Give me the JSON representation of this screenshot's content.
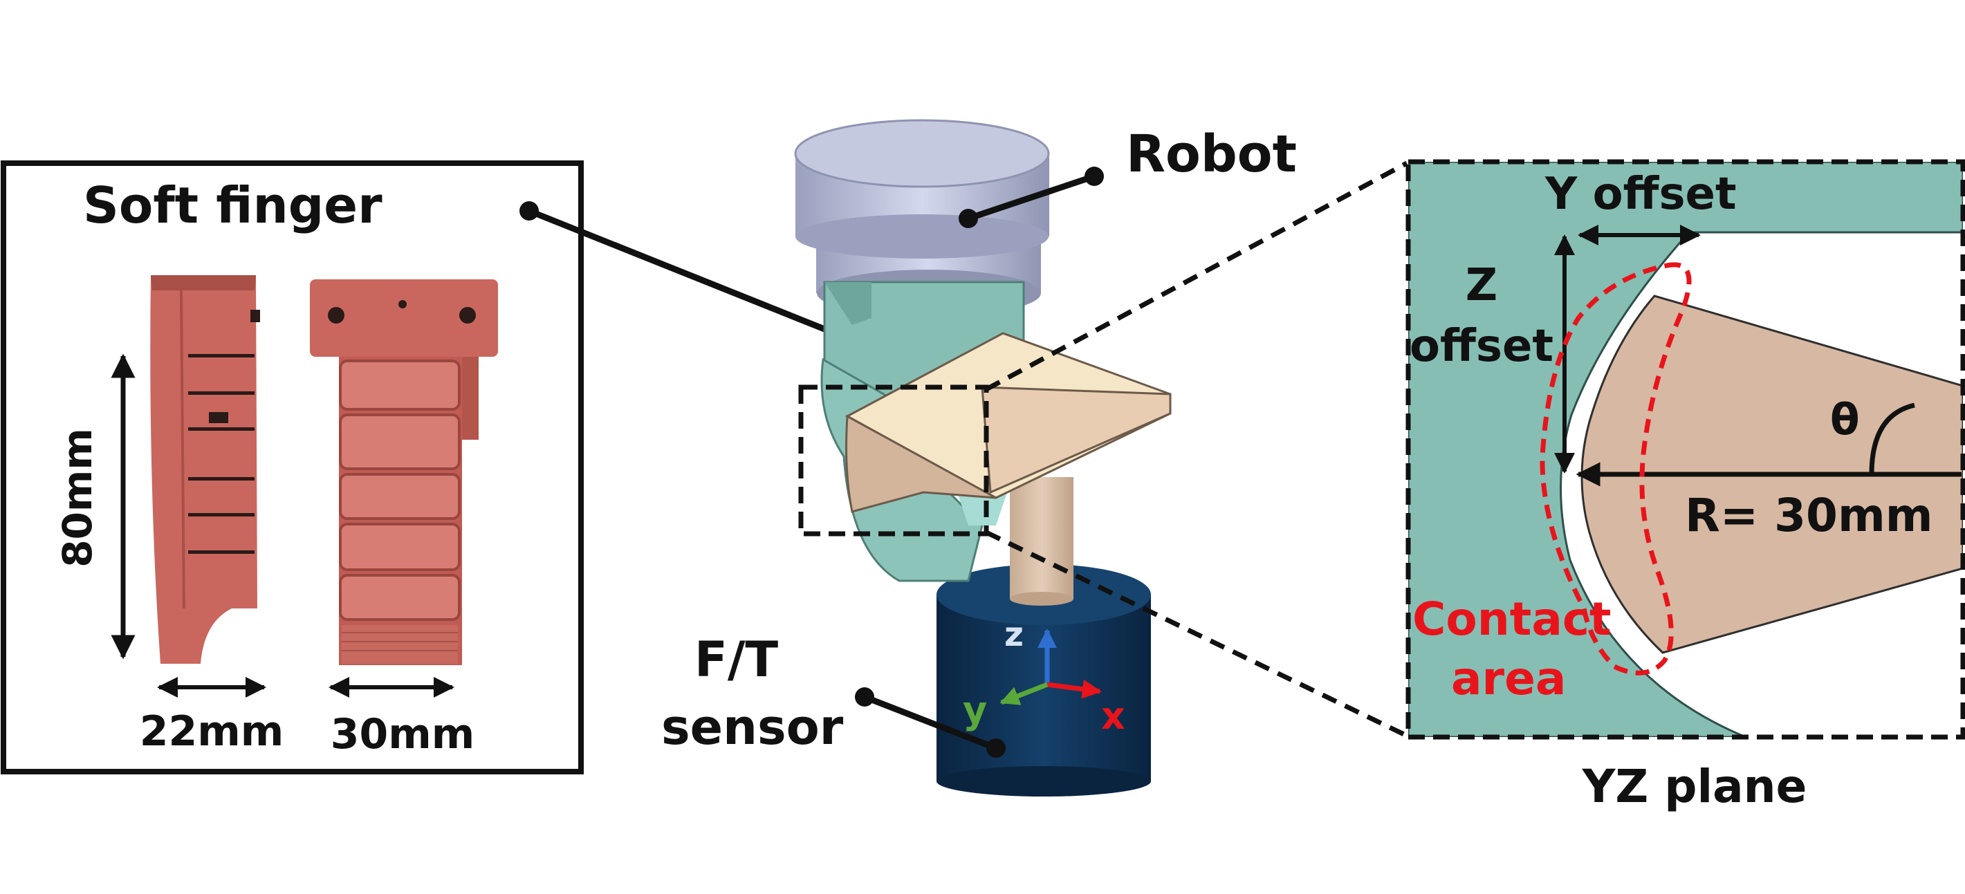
{
  "soft_finger_panel": {
    "title": "Soft finger",
    "height_dim": "80mm",
    "side_width_dim": "22mm",
    "front_width_dim": "30mm"
  },
  "robot_label": "Robot",
  "sensor_label": {
    "line1": "F/T",
    "line2": "sensor"
  },
  "axes": {
    "z": "z",
    "y": "y",
    "x": "x"
  },
  "yz_panel": {
    "y_offset": "Y offset",
    "z_offset_line1": "Z",
    "z_offset_line2": "offset",
    "theta": "θ",
    "radius": "R= 30mm",
    "contact_line1": "Contact",
    "contact_line2": "area",
    "caption": "YZ plane"
  },
  "colors": {
    "finger_red": "#c9675e",
    "teal": "#86beb4",
    "tan": "#d7b8a2",
    "navy": "#0e2f4f",
    "robot_gray": "#c5c9e0",
    "contact_red": "#e8141b"
  }
}
